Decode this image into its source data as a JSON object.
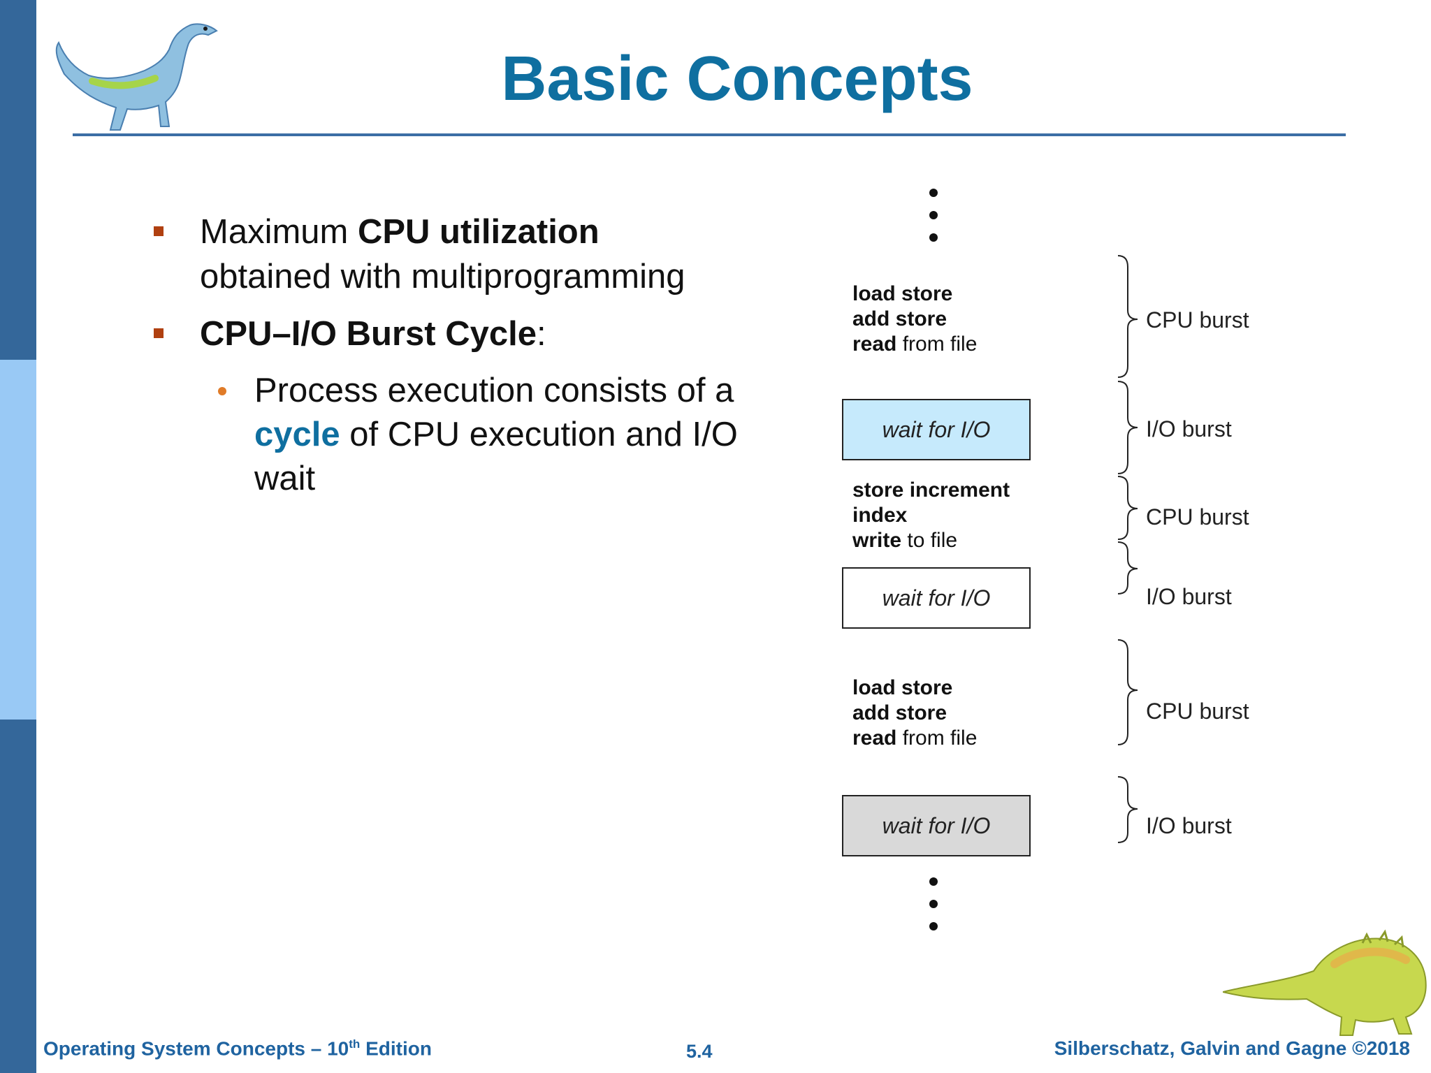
{
  "colors": {
    "sidebar_dark": "#34679a",
    "sidebar_light": "#99c9f5",
    "title": "#0f6fa0",
    "footer": "#1f63a0",
    "io_box_1": "#c6eafc",
    "io_box_2": "#ffffff",
    "io_box_3": "#d9d9d9"
  },
  "slide": {
    "title": "Basic Concepts"
  },
  "bullets": {
    "b1": {
      "normal": "Maximum ",
      "bold": "CPU utilization",
      "line2": "obtained with multiprogramming"
    },
    "b2": {
      "bold": "CPU–I/O Burst Cycle",
      "tail": ":"
    },
    "b2_sub": {
      "pre": "Process execution consists of a ",
      "highlight": "cycle",
      "post": " of CPU execution and I/O wait"
    }
  },
  "cycle": {
    "cpu1": {
      "l1": "load store",
      "l2": "add store",
      "l3_bold": "read",
      "l3_rest": " from file"
    },
    "io1": "wait for I/O",
    "cpu2": {
      "l1": "store increment",
      "l2": "index",
      "l3_bold": "write",
      "l3_rest": " to file"
    },
    "io2": "wait for I/O",
    "cpu3": {
      "l1": "load store",
      "l2": "add store",
      "l3_bold": "read",
      "l3_rest": " from file"
    },
    "io3": "wait for I/O",
    "labels": [
      "CPU burst",
      "I/O burst",
      "CPU burst",
      "I/O burst",
      "CPU burst",
      "I/O burst"
    ]
  },
  "footer": {
    "left_pre": "Operating System Concepts – 10",
    "left_sup": "th",
    "left_post": " Edition",
    "page": "5.4",
    "right": "Silberschatz, Galvin and Gagne ©2018"
  },
  "icons": {
    "top": "dinosaur-top-icon",
    "bottom": "dinosaur-bottom-icon"
  }
}
